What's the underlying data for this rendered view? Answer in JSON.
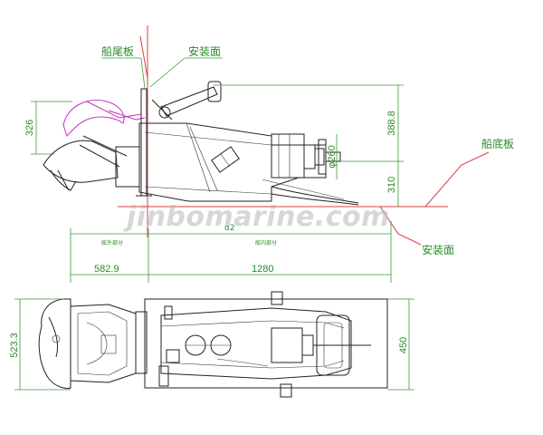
{
  "labels": {
    "transom": "船尾板",
    "mount_face_top": "安装面",
    "hull_bottom": "船底板",
    "mount_face_bottom": "安装面",
    "region_left": "舷外部分",
    "region_right": "舷内部分"
  },
  "dimensions": {
    "d326": "326",
    "d388_8": "388.8",
    "d310": "310",
    "dia260": "φ260",
    "d582_9": "582.9",
    "d1280": "1280",
    "d523_3": "523.3",
    "d450": "450",
    "d_small": "α2"
  },
  "watermark": "jinbomarine.com",
  "colors": {
    "dimension": "#2a8a2a",
    "reference_line": "#d84040",
    "highlight": "#c030c0",
    "outline": "#222222"
  }
}
